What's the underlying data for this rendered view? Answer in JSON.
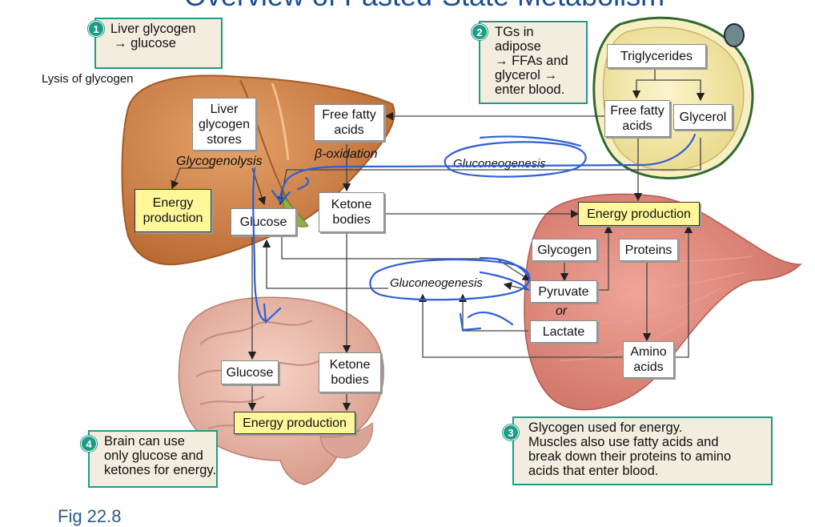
{
  "title": "Overview of Fasted-State Metabolism",
  "figure_label": "Fig 22.8",
  "side_note": "Lysis of glycogen",
  "callouts": {
    "c1": {
      "num": "1",
      "line1": "Liver glycogen",
      "line2": "→ glucose"
    },
    "c2": {
      "num": "2",
      "line1": "TGs in adipose",
      "line2": "→ FFAs and",
      "line3": "glycerol →",
      "line4": "enter blood."
    },
    "c3": {
      "num": "3",
      "line1": "Glycogen used for energy.",
      "line2": "Muscles also use fatty acids and",
      "line3": "break down their proteins to amino",
      "line4": "acids that enter blood."
    },
    "c4": {
      "num": "4",
      "line1": "Brain can use",
      "line2": "only glucose and",
      "line3": "ketones for energy."
    }
  },
  "liver": {
    "glycogen_stores": {
      "l1": "Liver",
      "l2": "glycogen",
      "l3": "stores"
    },
    "glycogenolysis": "Glycogenolysis",
    "energy": {
      "l1": "Energy",
      "l2": "production"
    },
    "glucose": "Glucose",
    "ffa": {
      "l1": "Free fatty",
      "l2": "acids"
    },
    "beta_oxidation": "β-oxidation",
    "ketone": {
      "l1": "Ketone",
      "l2": "bodies"
    }
  },
  "adipose": {
    "triglycerides": "Triglycerides",
    "ffa": {
      "l1": "Free fatty",
      "l2": "acids"
    },
    "glycerol": "Glycerol"
  },
  "gluconeogenesis_top": "Gluconeogenesis",
  "gluconeogenesis_mid": "Gluconeogenesis",
  "muscle": {
    "energy": "Energy production",
    "glycogen": "Glycogen",
    "proteins": "Proteins",
    "pyruvate": "Pyruvate",
    "or": "or",
    "lactate": "Lactate",
    "amino": {
      "l1": "Amino",
      "l2": "acids"
    }
  },
  "brain": {
    "glucose": "Glucose",
    "ketone": {
      "l1": "Ketone",
      "l2": "bodies"
    },
    "energy": "Energy production"
  },
  "colors": {
    "liver": "#d38a4e",
    "muscle": "#dc8476",
    "brain": "#e9b7a8",
    "adipose": "#f4e7a4",
    "callout_border": "#1f9c85",
    "highlight": "#fff799",
    "annotation_ink": "#2d5fd6"
  }
}
